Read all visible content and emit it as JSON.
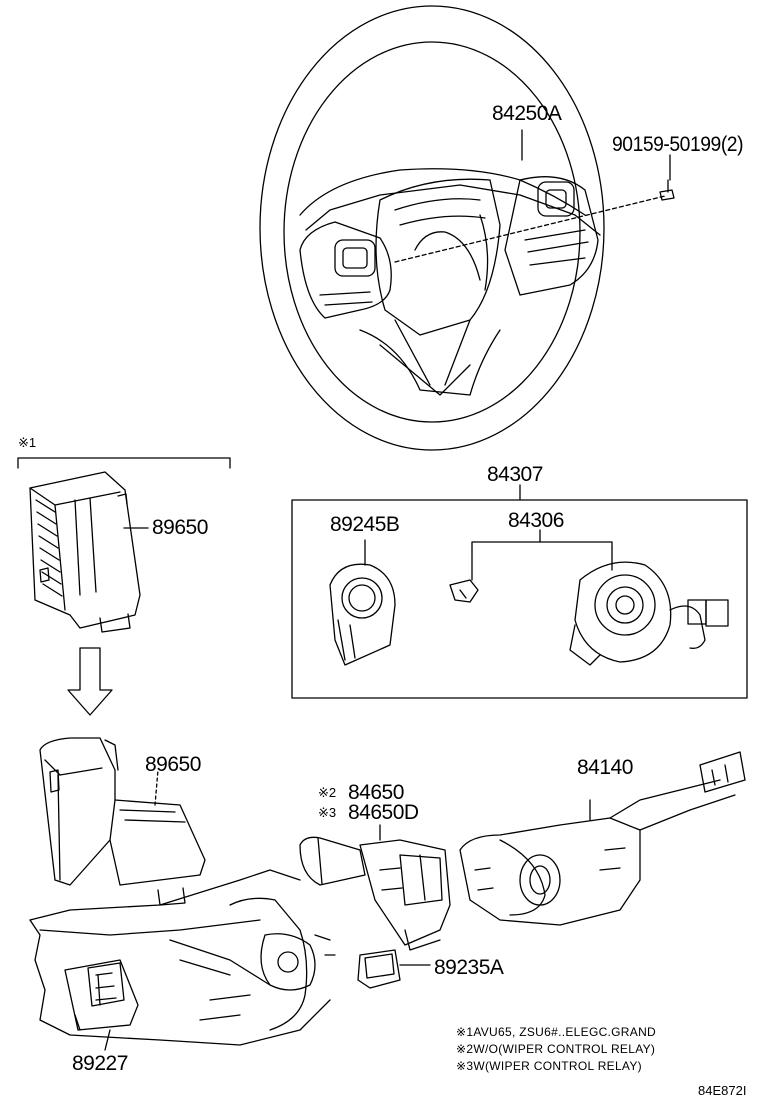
{
  "parts": {
    "steering_wheel": "84250A",
    "bolt": "90159-50199(2)",
    "spiral_cable_assy": "84307",
    "spiral_cable": "84306",
    "sensor": "89245B",
    "ecu_upper": "89650",
    "ecu_lower": "89650",
    "wiper_switch_a": "84650",
    "wiper_switch_b": "84650D",
    "turn_switch": "84140",
    "relay": "89235A",
    "computer": "89227"
  },
  "marks": {
    "m1": "※1",
    "m2": "※2",
    "m3": "※3"
  },
  "notes": [
    {
      "mark": "※1",
      "text": "AVU65, ZSU6#..ELEGC.GRAND"
    },
    {
      "mark": "※2",
      "text": "W/O(WIPER CONTROL RELAY)"
    },
    {
      "mark": "※3",
      "text": "W(WIPER CONTROL RELAY)"
    }
  ],
  "diagram_code": "84E872I"
}
